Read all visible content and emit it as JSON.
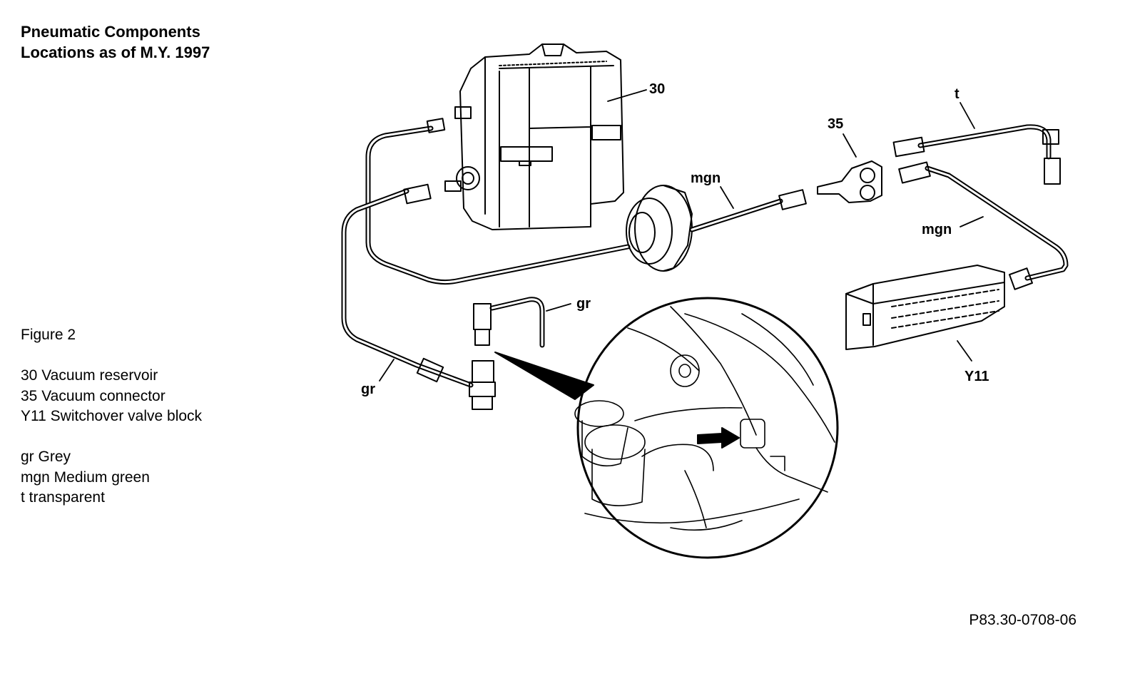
{
  "title": {
    "line1": "Pneumatic Components",
    "line2": "Locations as of M.Y. 1997"
  },
  "legend": {
    "figure": "Figure 2",
    "items": [
      "30 Vacuum reservoir",
      "35 Vacuum connector",
      "Y11 Switchover valve block"
    ],
    "colors": [
      "gr Grey",
      "mgn Medium green",
      "t transparent"
    ]
  },
  "callouts": {
    "c30": "30",
    "c35": "35",
    "t": "t",
    "mgn_left": "mgn",
    "mgn_right": "mgn",
    "gr_left": "gr",
    "gr_center": "gr",
    "y11": "Y11"
  },
  "figure_code": "P83.30-0708-06"
}
